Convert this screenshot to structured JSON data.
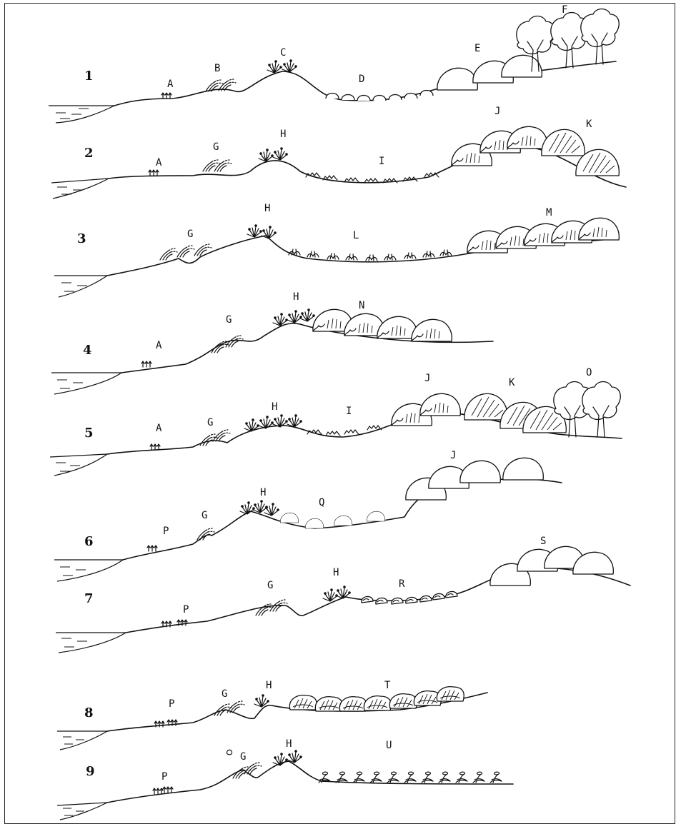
{
  "rows": [
    {
      "number": "1",
      "zones": [
        "A",
        "B",
        "C",
        "D",
        "E",
        "F"
      ]
    },
    {
      "number": "2",
      "zones": [
        "A",
        "G",
        "H",
        "I",
        "J",
        "K"
      ]
    },
    {
      "number": "3",
      "zones": [
        "G",
        "H",
        "L",
        "M"
      ]
    },
    {
      "number": "4",
      "zones": [
        "A",
        "G",
        "H",
        "N"
      ]
    },
    {
      "number": "5",
      "zones": [
        "A",
        "G",
        "H",
        "I",
        "J",
        "K",
        "O"
      ]
    },
    {
      "number": "6",
      "zones": [
        "P",
        "G",
        "H",
        "Q",
        "J"
      ]
    },
    {
      "number": "7",
      "zones": [
        "P",
        "G",
        "H",
        "R",
        "S"
      ]
    },
    {
      "number": "8",
      "zones": [
        "P",
        "G",
        "H",
        "T"
      ]
    },
    {
      "number": "9",
      "zones": [
        "P",
        "G",
        "H",
        "U"
      ]
    }
  ]
}
